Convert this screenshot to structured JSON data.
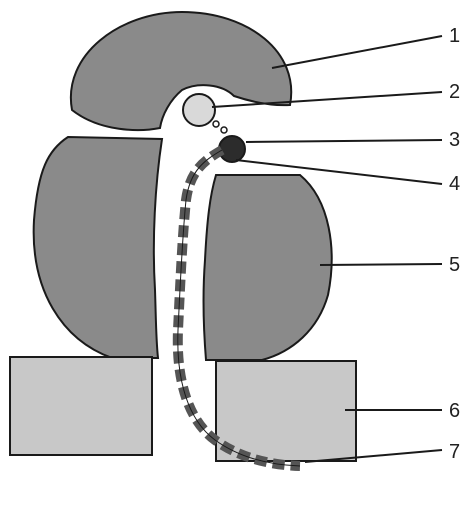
{
  "callouts": [
    {
      "id": "1",
      "label": "1"
    },
    {
      "id": "2",
      "label": "2"
    },
    {
      "id": "3",
      "label": "3"
    },
    {
      "id": "4",
      "label": "4"
    },
    {
      "id": "5",
      "label": "5"
    },
    {
      "id": "6",
      "label": "6"
    },
    {
      "id": "7",
      "label": "7"
    }
  ],
  "colors": {
    "dark_gray": "#8a8a8a",
    "light_gray": "#c8c8c8",
    "pale_gray": "#d9d9d9",
    "dark_dot": "#2c2c2c",
    "outline": "#1a1a1a"
  }
}
